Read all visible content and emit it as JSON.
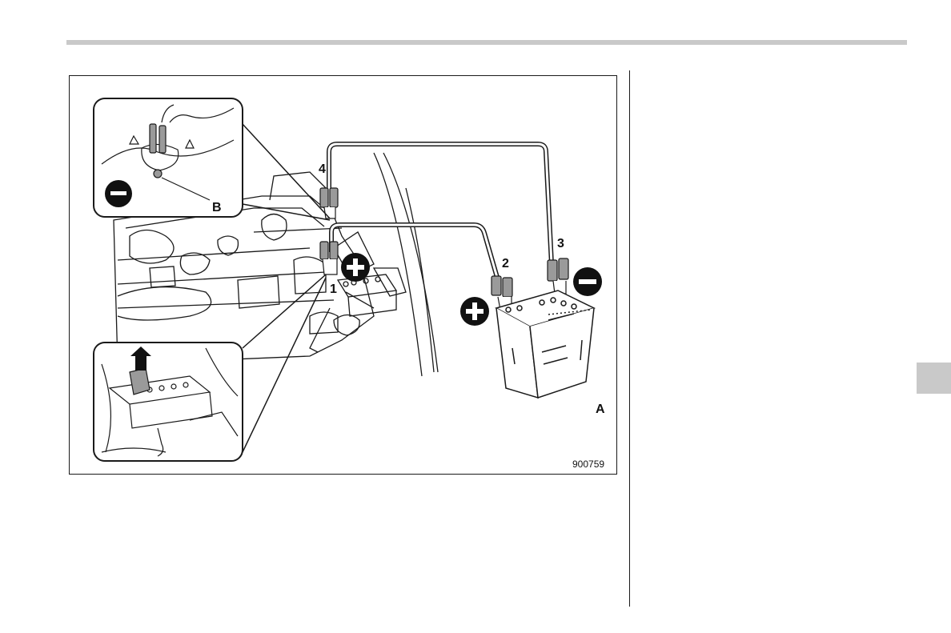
{
  "figure": {
    "number": "900759",
    "labels": {
      "one": "1",
      "two": "2",
      "three": "3",
      "four": "4",
      "a": "A",
      "b": "B"
    },
    "symbols": {
      "plus": "+",
      "minus": "−"
    }
  },
  "colors": {
    "rule": "#c9c9c9",
    "tab": "#c9c9c9",
    "line": "#1a1a1a",
    "symbol_fill": "#111111"
  }
}
